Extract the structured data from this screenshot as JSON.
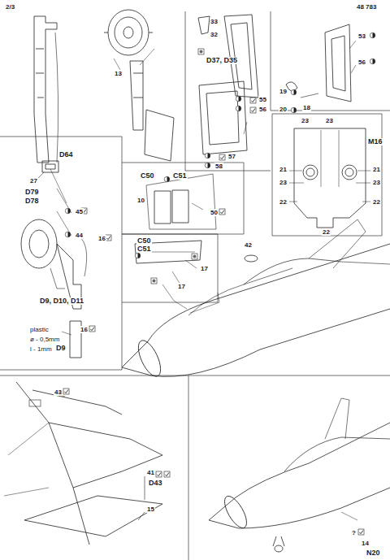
{
  "diagram": {
    "labels": [
      "2/3",
      "48 783",
      "D79",
      "D78",
      "45",
      "44",
      "13",
      "33",
      "32",
      "D37, D35",
      "55",
      "56",
      "57",
      "58",
      "53",
      "56",
      "19",
      "20",
      "18",
      "23",
      "23",
      "M16",
      "21",
      "21",
      "23",
      "23",
      "22",
      "22",
      "22",
      "D64",
      "27",
      "16",
      "D9, D10, D11",
      "plastic",
      "ø - 0,5mm",
      "l - 1mm",
      "16",
      "D9",
      "C50",
      "C51",
      "10",
      "50",
      "C50",
      "C51",
      "17",
      "17",
      "42",
      "43",
      "41",
      "D43",
      "15",
      "?",
      "14",
      "N20"
    ]
  }
}
